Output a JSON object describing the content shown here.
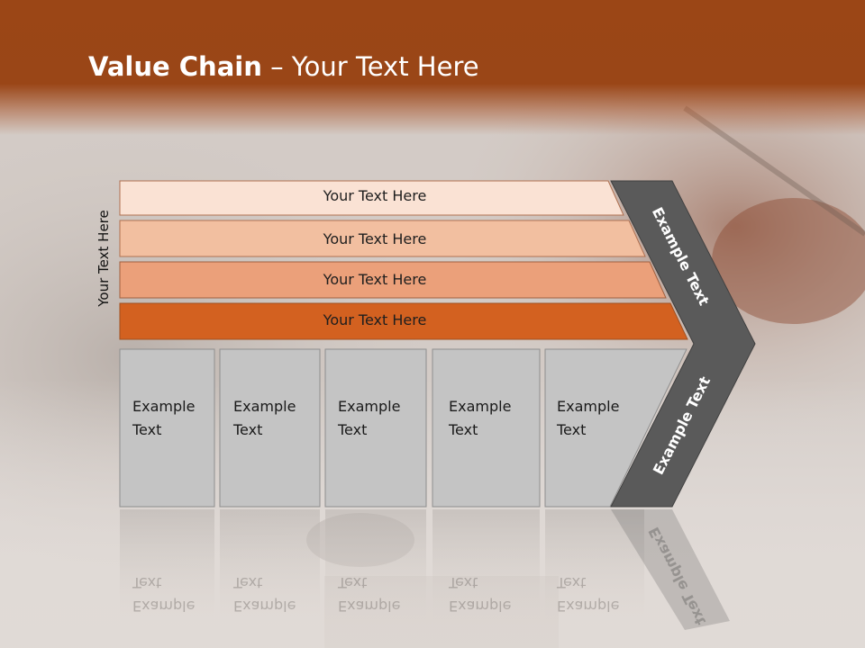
{
  "slide": {
    "title_bold": "Value Chain",
    "title_rest": " – Your Text Here",
    "side_label": "Your Text Here"
  },
  "bars": [
    {
      "label": "Your Text Here",
      "color": "#fae2d4"
    },
    {
      "label": "Your Text Here",
      "color": "#f2bfa0"
    },
    {
      "label": "Your Text Here",
      "color": "#eba07a"
    },
    {
      "label": "Your Text Here",
      "color": "#d36120"
    }
  ],
  "boxes": [
    {
      "line1": "Example",
      "line2": "Text"
    },
    {
      "line1": "Example",
      "line2": "Text"
    },
    {
      "line1": "Example",
      "line2": "Text"
    },
    {
      "line1": "Example",
      "line2": "Text"
    },
    {
      "line1": "Example",
      "line2": "Text"
    }
  ],
  "chevron": {
    "upper_label": "Example Text",
    "lower_label": "Example Text",
    "color": "#5a5a5a"
  },
  "colors": {
    "header": "#9b4616",
    "box_fill": "#c4c4c4",
    "accent": "#d36120"
  }
}
